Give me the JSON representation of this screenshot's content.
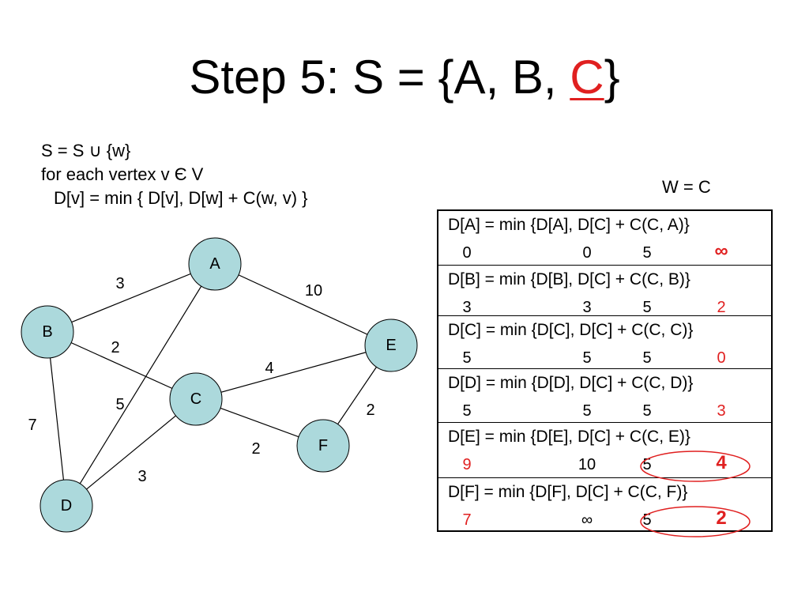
{
  "title": {
    "prefix": "Step 5: S = {A, B, ",
    "highlight": "C",
    "suffix": "}"
  },
  "algorithm": {
    "line1": "S = S ∪ {w}",
    "line2": "for each vertex v Є V",
    "line3": "D[v] = min { D[v], D[w] + C(w, v) }"
  },
  "w_label": "W = C",
  "graph": {
    "nodes": [
      {
        "id": "A",
        "label": "A"
      },
      {
        "id": "B",
        "label": "B"
      },
      {
        "id": "C",
        "label": "C"
      },
      {
        "id": "D",
        "label": "D"
      },
      {
        "id": "E",
        "label": "E"
      },
      {
        "id": "F",
        "label": "F"
      }
    ],
    "edges": [
      {
        "from": "A",
        "to": "B",
        "weight": "3"
      },
      {
        "from": "A",
        "to": "E",
        "weight": "10"
      },
      {
        "from": "A",
        "to": "D",
        "weight": "5"
      },
      {
        "from": "B",
        "to": "C",
        "weight": "2"
      },
      {
        "from": "B",
        "to": "D",
        "weight": "7"
      },
      {
        "from": "C",
        "to": "E",
        "weight": "4"
      },
      {
        "from": "C",
        "to": "F",
        "weight": "2"
      },
      {
        "from": "C",
        "to": "D",
        "weight": "3"
      },
      {
        "from": "E",
        "to": "F",
        "weight": "2"
      }
    ]
  },
  "table": {
    "rows": [
      {
        "expr": "D[A] = min {D[A], D[C] + C(C, A)}",
        "old": "0",
        "dv": "0",
        "dw": "5",
        "result": "∞",
        "old_red": false,
        "circled": false
      },
      {
        "expr": "D[B] = min {D[B], D[C] + C(C, B)}",
        "old": "3",
        "dv": "3",
        "dw": "5",
        "result": "2",
        "old_red": false,
        "circled": false
      },
      {
        "expr": "D[C] = min {D[C], D[C] + C(C, C)}",
        "old": "5",
        "dv": "5",
        "dw": "5",
        "result": "0",
        "old_red": false,
        "circled": false
      },
      {
        "expr": "D[D] = min {D[D], D[C] + C(C, D)}",
        "old": "5",
        "dv": "5",
        "dw": "5",
        "result": "3",
        "old_red": false,
        "circled": false
      },
      {
        "expr": "D[E] = min {D[E], D[C] + C(C, E)}",
        "old": "9",
        "dv": "10",
        "dw": "5",
        "result": "4",
        "old_red": true,
        "circled": true
      },
      {
        "expr": "D[F] = min {D[F], D[C] + C(C, F)}",
        "old": "7",
        "dv": "∞",
        "dw": "5",
        "result": "2",
        "old_red": true,
        "circled": true
      }
    ]
  },
  "colors": {
    "highlight": "#e02020",
    "node_fill": "#acd9dc"
  }
}
